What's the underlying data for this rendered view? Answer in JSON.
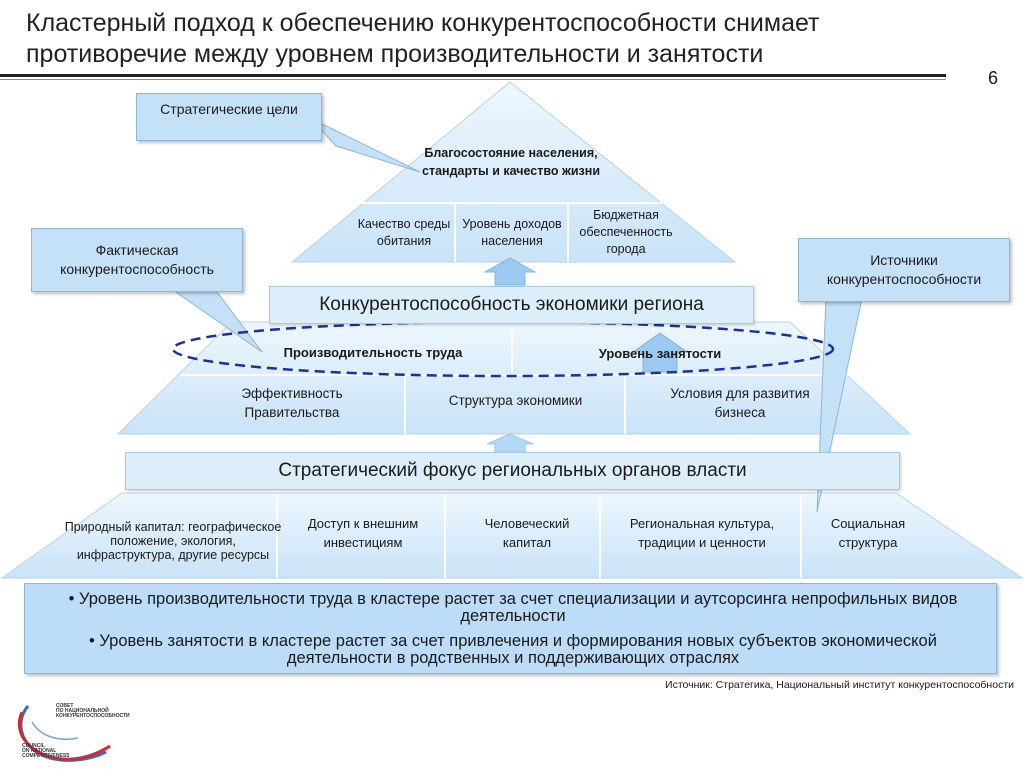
{
  "title": "Кластерный подход к обеспечению конкурентоспособности снимает противоречие между уровнем производительности и занятости",
  "page_number": "6",
  "callouts": {
    "strategic_goals": "Стратегические цели",
    "actual_competitiveness": "Фактическая конкурентоспособность",
    "sources": "Источники конкурентоспособности"
  },
  "pyramid": {
    "apex": "Благосостояние населения, стандарты и качество жизни",
    "tier1": [
      "Качество среды обитания",
      "Уровень доходов населения",
      "Бюджетная обеспеченность города"
    ],
    "band1": "Конкурентоспособность экономики региона",
    "tier2_top": [
      "Производительность труда",
      "Уровень занятости"
    ],
    "tier2_bottom": [
      "Эффективность Правительства",
      "Структура экономики",
      "Условия для развития бизнеса"
    ],
    "band2": "Стратегический фокус региональных органов власти",
    "tier3": [
      "Природный капитал: географическое положение, экология, инфраструктура, другие ресурсы",
      "Доступ к внешним инвестициям",
      "Человеческий капитал",
      "Региональная культура, традиции и ценности",
      "Социальная структура"
    ]
  },
  "bullets": [
    "• Уровень производительности труда в кластере растет за счет специализации и аутсорсинга непрофильных видов деятельности",
    "• Уровень занятости в кластере растет за счет привлечения и формирования новых субъектов экономической деятельности в родственных и поддерживающих отраслях"
  ],
  "source_note": "Источник: Стратегика, Национальный институт конкурентоспособности",
  "logo": {
    "top_text": [
      "СОВЕТ",
      "ПО НАЦИОНАЛЬНОЙ",
      "КОНКУРЕНТОСПОСОБНОСТИ"
    ],
    "bottom_text": [
      "COUNCIL",
      "ON NATIONAL",
      "COMPETITIVENESS"
    ]
  },
  "colors": {
    "pyramid_fill": "#d6ebfa",
    "callout_fill": "#c5e1f8",
    "ellipse_stroke": "#1f2f9e",
    "arrow_fill": "#9cc9ef"
  }
}
